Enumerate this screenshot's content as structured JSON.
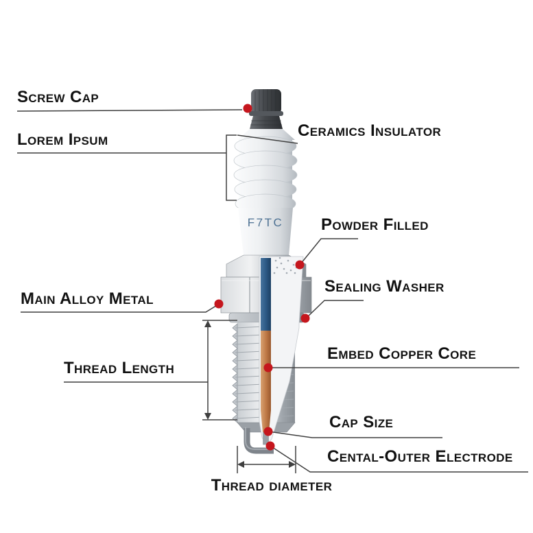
{
  "diagram": {
    "part_code": "F7TC",
    "labels": [
      {
        "id": "screw-cap",
        "text": "Screw Cap"
      },
      {
        "id": "lorem-ipsum",
        "text": "Lorem Ipsum"
      },
      {
        "id": "ceramics-insulator",
        "text": "Ceramics Insulator"
      },
      {
        "id": "powder-filled",
        "text": "Powder Filled"
      },
      {
        "id": "main-alloy-metal",
        "text": "Main Alloy Metal"
      },
      {
        "id": "sealing-washer",
        "text": "Sealing Washer"
      },
      {
        "id": "thread-length",
        "text": "Thread Length"
      },
      {
        "id": "embed-copper-core",
        "text": "Embed Copper Core"
      },
      {
        "id": "cap-size",
        "text": "Cap Size"
      },
      {
        "id": "cental-outer-electrode",
        "text": "Cental-Outer Electrode"
      },
      {
        "id": "thread-diameter",
        "text": "Thread diameter"
      }
    ],
    "colors": {
      "marker_red": "#c5161d",
      "leader_line": "#3f3f3f",
      "label_text": "#111111",
      "part_code_text": "#4d7193",
      "background": "#ffffff"
    }
  }
}
